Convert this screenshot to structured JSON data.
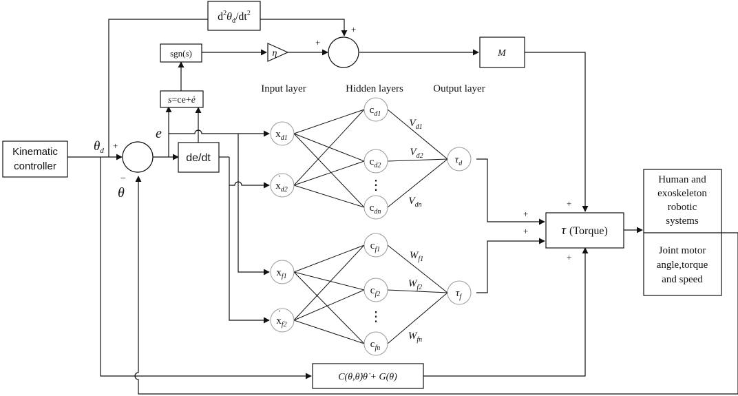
{
  "blocks": {
    "kinematic_controller": [
      "Kinematic",
      "controller"
    ],
    "second_derivative": {
      "d": "d",
      "sup": "2",
      "theta": "θ",
      "sub": "d",
      "slash": "/dt",
      "sup2": "2"
    },
    "sgn": {
      "fn": "sgn(",
      "arg": "s",
      "close": ")"
    },
    "sliding_surface": {
      "s": "s",
      "rest": "=ce+",
      "edot": "ė"
    },
    "derivative": "de/dt",
    "gain_eta": "η",
    "mass_matrix": "M",
    "torque": {
      "tau": "τ",
      "label": "(Torque)"
    },
    "human_system": [
      "Human and",
      "exoskeleton",
      "robotic",
      "systems"
    ],
    "joint_sensor": [
      "Joint motor",
      "angle,torque",
      "and speed"
    ],
    "dynamics_comp": "C(θ,θ̇)θ̇ + G(θ)"
  },
  "signals": {
    "theta_d": "θ",
    "theta_d_sub": "d",
    "theta": "θ",
    "error": "e",
    "plus": "+",
    "minus": "−"
  },
  "network": {
    "layer_labels": [
      "Input layer",
      "Hidden layers",
      "Output layer"
    ],
    "upper_inputs": [
      {
        "main": "x",
        "sub": "d1",
        "dot": false
      },
      {
        "main": "x",
        "sub": "d2",
        "dot": true
      }
    ],
    "upper_hidden": [
      {
        "main": "c",
        "sub": "d1"
      },
      {
        "main": "c",
        "sub": "d2"
      },
      {
        "main": "c",
        "sub": "dn"
      }
    ],
    "upper_output": {
      "main": "τ",
      "sub": "d"
    },
    "upper_weights": [
      {
        "main": "V",
        "sub": "d1"
      },
      {
        "main": "V",
        "sub": "d2"
      },
      {
        "main": "V",
        "sub": "dn"
      }
    ],
    "lower_inputs": [
      {
        "main": "x",
        "sub": "f1",
        "dot": false
      },
      {
        "main": "x",
        "sub": "f2",
        "dot": true
      }
    ],
    "lower_hidden": [
      {
        "main": "c",
        "sub": "f1"
      },
      {
        "main": "c",
        "sub": "f2"
      },
      {
        "main": "c",
        "sub": "fn"
      }
    ],
    "lower_output": {
      "main": "τ",
      "sub": "f"
    },
    "lower_weights": [
      {
        "main": "W",
        "sub": "f1"
      },
      {
        "main": "W",
        "sub": "f2"
      },
      {
        "main": "W",
        "sub": "fn"
      }
    ],
    "ellipsis": "⋮"
  }
}
